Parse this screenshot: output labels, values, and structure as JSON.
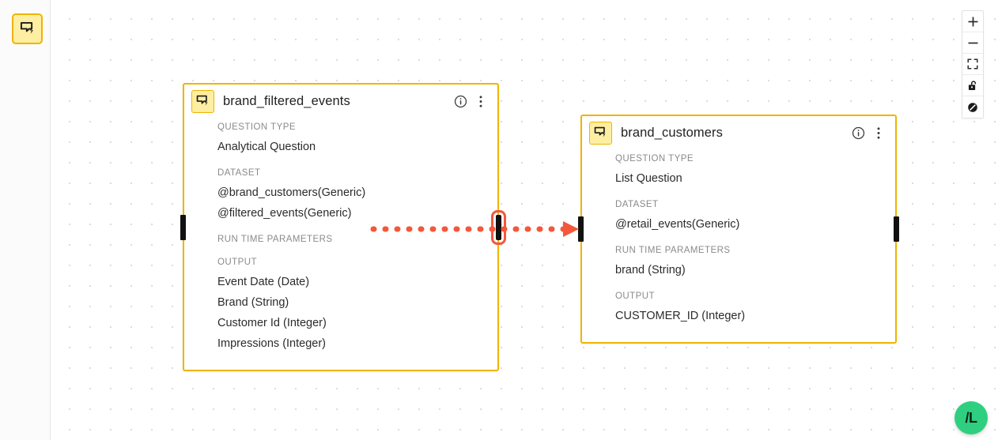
{
  "sidebar": {
    "tools": [
      {
        "name": "question-node-tool",
        "icon": "speech-bubble-lightning-icon",
        "label": "",
        "active": true
      }
    ]
  },
  "canvas": {
    "background": "dot-grid",
    "dot_color": "#dcdcdc",
    "accent_color": "#f0b400",
    "edge_color": "#f4573a"
  },
  "nodes": [
    {
      "id": "node-1",
      "title": "brand_filtered_events",
      "icon": "speech-bubble-lightning-icon",
      "fields": [
        {
          "label": "QUESTION TYPE",
          "values": [
            "Analytical Question"
          ]
        },
        {
          "label": "DATASET",
          "values": [
            "@brand_customers(Generic)",
            "@filtered_events(Generic)"
          ]
        },
        {
          "label": "RUN TIME PARAMETERS",
          "values": []
        },
        {
          "label": "OUTPUT",
          "values": [
            "Event Date (Date)",
            "Brand (String)",
            "Customer Id (Integer)",
            "Impressions (Integer)"
          ]
        }
      ],
      "actions": [
        {
          "name": "info-icon",
          "label": "Info"
        },
        {
          "name": "more-options-icon",
          "label": "More options"
        }
      ],
      "ports": [
        {
          "name": "input-port",
          "side": "left",
          "highlighted": false
        },
        {
          "name": "output-port",
          "side": "right",
          "highlighted": true
        }
      ]
    },
    {
      "id": "node-2",
      "title": "brand_customers",
      "icon": "speech-bubble-lightning-icon",
      "fields": [
        {
          "label": "QUESTION TYPE",
          "values": [
            "List Question"
          ]
        },
        {
          "label": "DATASET",
          "values": [
            "@retail_events(Generic)"
          ]
        },
        {
          "label": "RUN TIME PARAMETERS",
          "values": [
            "brand (String)"
          ]
        },
        {
          "label": "OUTPUT",
          "values": [
            "CUSTOMER_ID (Integer)"
          ]
        }
      ],
      "actions": [
        {
          "name": "info-icon",
          "label": "Info"
        },
        {
          "name": "more-options-icon",
          "label": "More options"
        }
      ],
      "ports": [
        {
          "name": "input-port",
          "side": "left",
          "highlighted": false
        },
        {
          "name": "output-port",
          "side": "right",
          "highlighted": false
        }
      ]
    }
  ],
  "edges": [
    {
      "from": "node-1.output-port",
      "to": "node-2.input-port",
      "style": "dotted",
      "color": "#f4573a",
      "arrow": true
    }
  ],
  "controls": [
    {
      "name": "zoom-in-button",
      "icon": "plus-icon"
    },
    {
      "name": "zoom-out-button",
      "icon": "minus-icon"
    },
    {
      "name": "fit-view-button",
      "icon": "fit-screen-icon"
    },
    {
      "name": "toggle-interactivity-button",
      "icon": "unlock-icon"
    },
    {
      "name": "settings-button",
      "icon": "no-entry-icon"
    }
  ],
  "fab": {
    "name": "assistant-fab",
    "label": "/L"
  }
}
